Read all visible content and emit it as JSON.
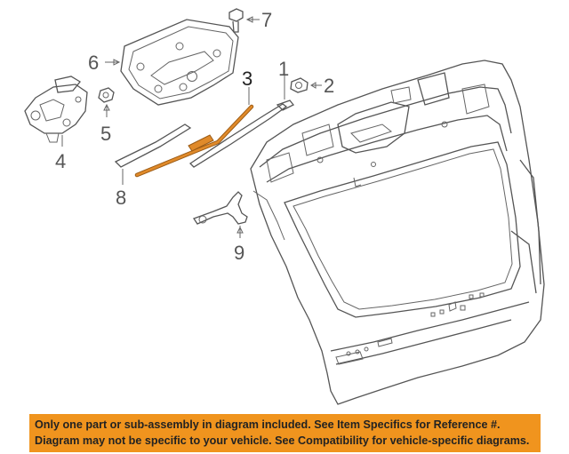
{
  "callouts": {
    "c1": "1",
    "c2": "2",
    "c3": "3",
    "c4": "4",
    "c5": "5",
    "c6": "6",
    "c7": "7",
    "c8": "8",
    "c9": "9"
  },
  "notice": {
    "line1": "Only one part or sub-assembly in diagram included. See Item Specifics for Reference #.",
    "line2": "Diagram may not be specific to your vehicle. See Compatibility for vehicle-specific diagrams."
  },
  "colors": {
    "banner": "#f0941e",
    "highlight_part": "#e08a2a",
    "line_art": "#555555"
  }
}
